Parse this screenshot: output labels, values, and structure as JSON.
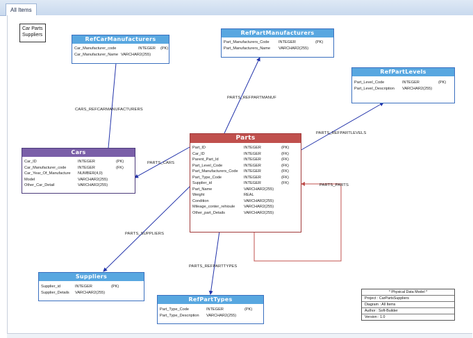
{
  "tab": "All Items",
  "note": [
    "Car Parts",
    "Suppliers"
  ],
  "entities": {
    "refcar": {
      "title": "RefCarManufacturers",
      "rows": [
        [
          "Car_Manufacturer_code",
          "INTEGER",
          "(PK)"
        ],
        [
          "Car_Manufacturer_Name",
          "VARCHAR2(255)",
          ""
        ]
      ]
    },
    "refpartman": {
      "title": "RefPartManufacturers",
      "rows": [
        [
          "Part_Manufacturers_Code",
          "INTEGER",
          "(PK)"
        ],
        [
          "Part_Manufacturers_Name",
          "VARCHAR2(255)",
          ""
        ]
      ]
    },
    "reflevels": {
      "title": "RefPartLevels",
      "rows": [
        [
          "Part_Level_Code",
          "INTEGER",
          "(PK)"
        ],
        [
          "Part_Level_Description",
          "VARCHAR2(255)",
          ""
        ]
      ]
    },
    "cars": {
      "title": "Cars",
      "rows": [
        [
          "Car_ID",
          "INTEGER",
          "(PK)"
        ],
        [
          "Car_Manufacturer_code",
          "INTEGER",
          "(FK)"
        ],
        [
          "Car_Year_Of_Manufacture",
          "NUMBER(4,0)",
          ""
        ],
        [
          "Model",
          "VARCHAR2(255)",
          ""
        ],
        [
          "Other_Car_Detail",
          "VARCHAR2(255)",
          ""
        ]
      ]
    },
    "parts": {
      "title": "Parts",
      "rows": [
        [
          "Part_ID",
          "INTEGER",
          "(PK)"
        ],
        [
          "Car_ID",
          "INTEGER",
          "(FK)"
        ],
        [
          "Parent_Part_Id",
          "INTEGER",
          "(FK)"
        ],
        [
          "Part_Level_Code",
          "INTEGER",
          "(FK)"
        ],
        [
          "Part_Manufacturers_Code",
          "INTEGER",
          "(FK)"
        ],
        [
          "Part_Type_Code",
          "INTEGER",
          "(FK)"
        ],
        [
          "Supplier_id",
          "INTEGER",
          "(FK)"
        ],
        [
          "Part_Name",
          "VARCHAR2(255)",
          ""
        ],
        [
          "Weight",
          "REAL",
          ""
        ],
        [
          "Condition",
          "VARCHAR2(255)",
          ""
        ],
        [
          "Mileage_conter_rehioule",
          "VARCHAR2(255)",
          ""
        ],
        [
          "Other_part_Details",
          "VARCHAR2(255)",
          ""
        ]
      ]
    },
    "suppliers": {
      "title": "Suppliers",
      "rows": [
        [
          "Supplier_id",
          "INTEGER",
          "(PK)"
        ],
        [
          "Supplier_Details",
          "VARCHAR2(255)",
          ""
        ]
      ]
    },
    "reftypes": {
      "title": "RefPartTypes",
      "rows": [
        [
          "Part_Type_Code",
          "INTEGER",
          "(PK)"
        ],
        [
          "Part_Type_Description",
          "VARCHAR2(255)",
          ""
        ]
      ]
    }
  },
  "relationships": {
    "cars_refcar": "CARS_REFCARMANUFACTURERS",
    "parts_refpartman": "PARTS_REFPARTMANUF",
    "parts_reflevels": "PARTS_REFPARTLEVELS",
    "parts_cars": "PARTS_CARS",
    "parts_parts": "PARTS_PARTS",
    "parts_suppliers": "PARTS_SUPPLIERS",
    "parts_reftypes": "PARTS_REFPARTTYPES"
  },
  "info": [
    "* Physical Data Model *",
    "Project : CarPartsSuppliers",
    "Diagram : All Items",
    "Author : Soft-Builder",
    "Version : 1.0"
  ],
  "colors": {
    "blue_header": "#58a7e0",
    "purple_header": "#7a5fa8",
    "red_header": "#c0504d",
    "link_blue": "#2233aa",
    "link_red": "#c0504d"
  }
}
